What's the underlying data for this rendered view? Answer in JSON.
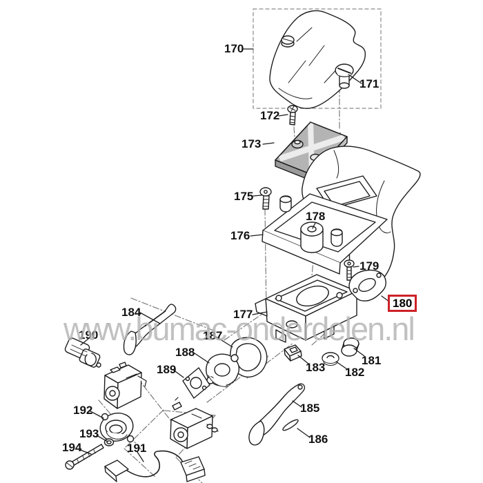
{
  "diagram": {
    "watermark": "www.bumac-onderdelen.nl",
    "highlight_color": "#cc2127",
    "parts": [
      {
        "number": "170",
        "highlighted": false
      },
      {
        "number": "171",
        "highlighted": false
      },
      {
        "number": "172",
        "highlighted": false
      },
      {
        "number": "173",
        "highlighted": false
      },
      {
        "number": "175",
        "highlighted": false
      },
      {
        "number": "176",
        "highlighted": false
      },
      {
        "number": "177",
        "highlighted": false
      },
      {
        "number": "178",
        "highlighted": false
      },
      {
        "number": "179",
        "highlighted": false
      },
      {
        "number": "180",
        "highlighted": true
      },
      {
        "number": "181",
        "highlighted": false
      },
      {
        "number": "182",
        "highlighted": false
      },
      {
        "number": "183",
        "highlighted": false
      },
      {
        "number": "184",
        "highlighted": false
      },
      {
        "number": "185",
        "highlighted": false
      },
      {
        "number": "186",
        "highlighted": false
      },
      {
        "number": "187",
        "highlighted": false
      },
      {
        "number": "188",
        "highlighted": false
      },
      {
        "number": "189",
        "highlighted": false
      },
      {
        "number": "190",
        "highlighted": false
      },
      {
        "number": "191",
        "highlighted": false
      },
      {
        "number": "192",
        "highlighted": false
      },
      {
        "number": "193",
        "highlighted": false
      },
      {
        "number": "194",
        "highlighted": false
      }
    ]
  }
}
